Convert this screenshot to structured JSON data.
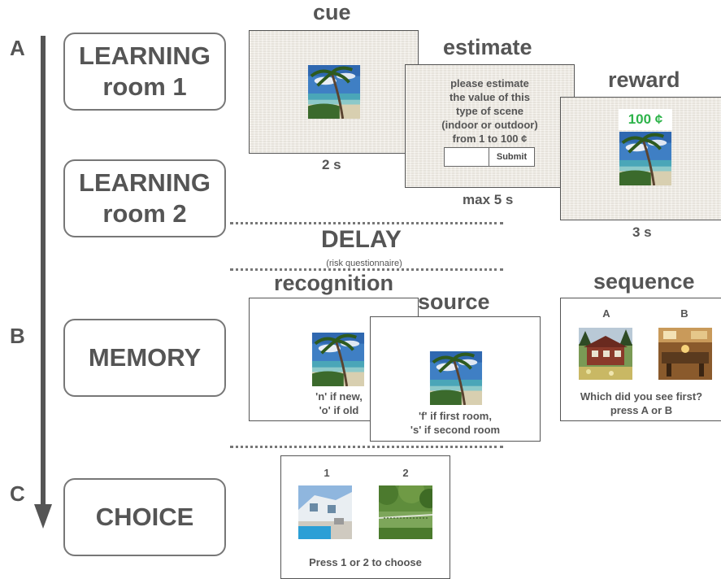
{
  "panels": {
    "a": "A",
    "b": "B",
    "c": "C"
  },
  "phases": {
    "learning1": "LEARNING\nroom 1",
    "learning2": "LEARNING\nroom 2",
    "memory": "MEMORY",
    "choice": "CHOICE"
  },
  "learning": {
    "cue": {
      "title": "cue",
      "duration": "2 s"
    },
    "estimate": {
      "title": "estimate",
      "prompt": "please estimate\nthe value of this\ntype of scene\n(indoor or outdoor)\nfrom 1 to 100 ¢",
      "submit_label": "Submit",
      "input_value": "",
      "duration": "max 5 s"
    },
    "reward": {
      "title": "reward",
      "value": "100 ¢",
      "value_color": "#2db34a",
      "duration": "3 s"
    }
  },
  "delay": {
    "title": "DELAY",
    "note": "(risk questionnaire)"
  },
  "memory": {
    "recognition": {
      "title": "recognition",
      "instruction": "'n' if new,\n'o' if old"
    },
    "source": {
      "title": "source",
      "instruction": "'f' if first room,\n's' if second room"
    },
    "sequence": {
      "title": "sequence",
      "option_a": "A",
      "option_b": "B",
      "instruction": "Which did you see first?\npress A or B"
    }
  },
  "choice": {
    "option_1": "1",
    "option_2": "2",
    "instruction": "Press 1 or 2 to choose"
  },
  "icons": {
    "arrow": "timeline-arrow-icon"
  }
}
